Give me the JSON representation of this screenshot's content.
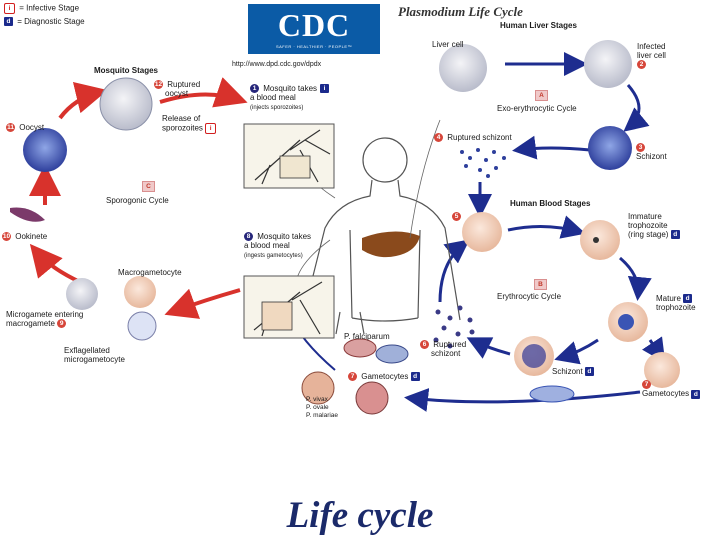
{
  "legend": {
    "infective": {
      "badge": "i",
      "label": "= Infective Stage"
    },
    "diagnostic": {
      "badge": "d",
      "label": "= Diagnostic Stage"
    }
  },
  "logo": {
    "text": "CDC",
    "tagline": "SAFER · HEALTHIER · PEOPLE™"
  },
  "url": "http://www.dpd.cdc.gov/dpdx",
  "title": "Plasmodium Life Cycle",
  "sections": {
    "mosquito": "Mosquito Stages",
    "liver": "Human Liver Stages",
    "blood": "Human Blood Stages"
  },
  "cycles": {
    "sporogonic": {
      "letter": "C",
      "label": "Sporogonic Cycle"
    },
    "exo": {
      "letter": "A",
      "label": "Exo-erythrocytic Cycle"
    },
    "erythrocytic": {
      "letter": "B",
      "label": "Erythrocytic Cycle"
    }
  },
  "stages": {
    "s1": {
      "num": "1",
      "line1": "Mosquito takes",
      "line2": "a blood meal",
      "line3": "(injects sporozoites)"
    },
    "s2": {
      "num": "2",
      "line1": "Infected",
      "line2": "liver cell"
    },
    "s3": {
      "num": "3",
      "label": "Schizont"
    },
    "s4": {
      "num": "4",
      "label": "Ruptured schizont"
    },
    "s5": {
      "num": "5"
    },
    "s6": {
      "num": "6",
      "line1": "Ruptured",
      "line2": "schizont"
    },
    "s7": {
      "num": "7",
      "label": "Gametocytes"
    },
    "s8": {
      "num": "8",
      "line1": "Mosquito takes",
      "line2": "a blood meal",
      "line3": "(ingests gametocytes)"
    },
    "s9": {
      "num": "9",
      "line1": "Microgamete entering",
      "line2": "macrogamete"
    },
    "s10": {
      "num": "10",
      "label": "Ookinete"
    },
    "s11": {
      "num": "11",
      "label": "Oocyst"
    },
    "s12": {
      "num": "12",
      "line1": "Ruptured",
      "line2": "oocyst"
    },
    "liver_cell": "Liver cell",
    "release": {
      "line1": "Release of",
      "line2": "sporozoites"
    },
    "immature": {
      "line1": "Immature",
      "line2": "trophozoite",
      "line3": "(ring stage)"
    },
    "mature": {
      "line1": "Mature",
      "line2": "trophozoite"
    },
    "schizont_blood": "Schizont",
    "gametocytes_blood": "Gametocytes",
    "macrogametocyte": "Macrogametocyte",
    "exflagellated": {
      "line1": "Exflagellated",
      "line2": "microgametocyte"
    }
  },
  "species": {
    "falciparum": "P. falciparum",
    "vivax": "P. vivax",
    "ovale": "P. ovale",
    "malariae": "P. malariae"
  },
  "caption": "Life cycle",
  "colors": {
    "red_arrow": "#d8322c",
    "blue_arrow": "#1e2d8f",
    "cell_blue": "#3a55b4",
    "cell_pale": "#f4d7c4",
    "liver": "#8a4a1c",
    "cdc_blue": "#0b5ba6",
    "caption": "#1b2a6a"
  }
}
